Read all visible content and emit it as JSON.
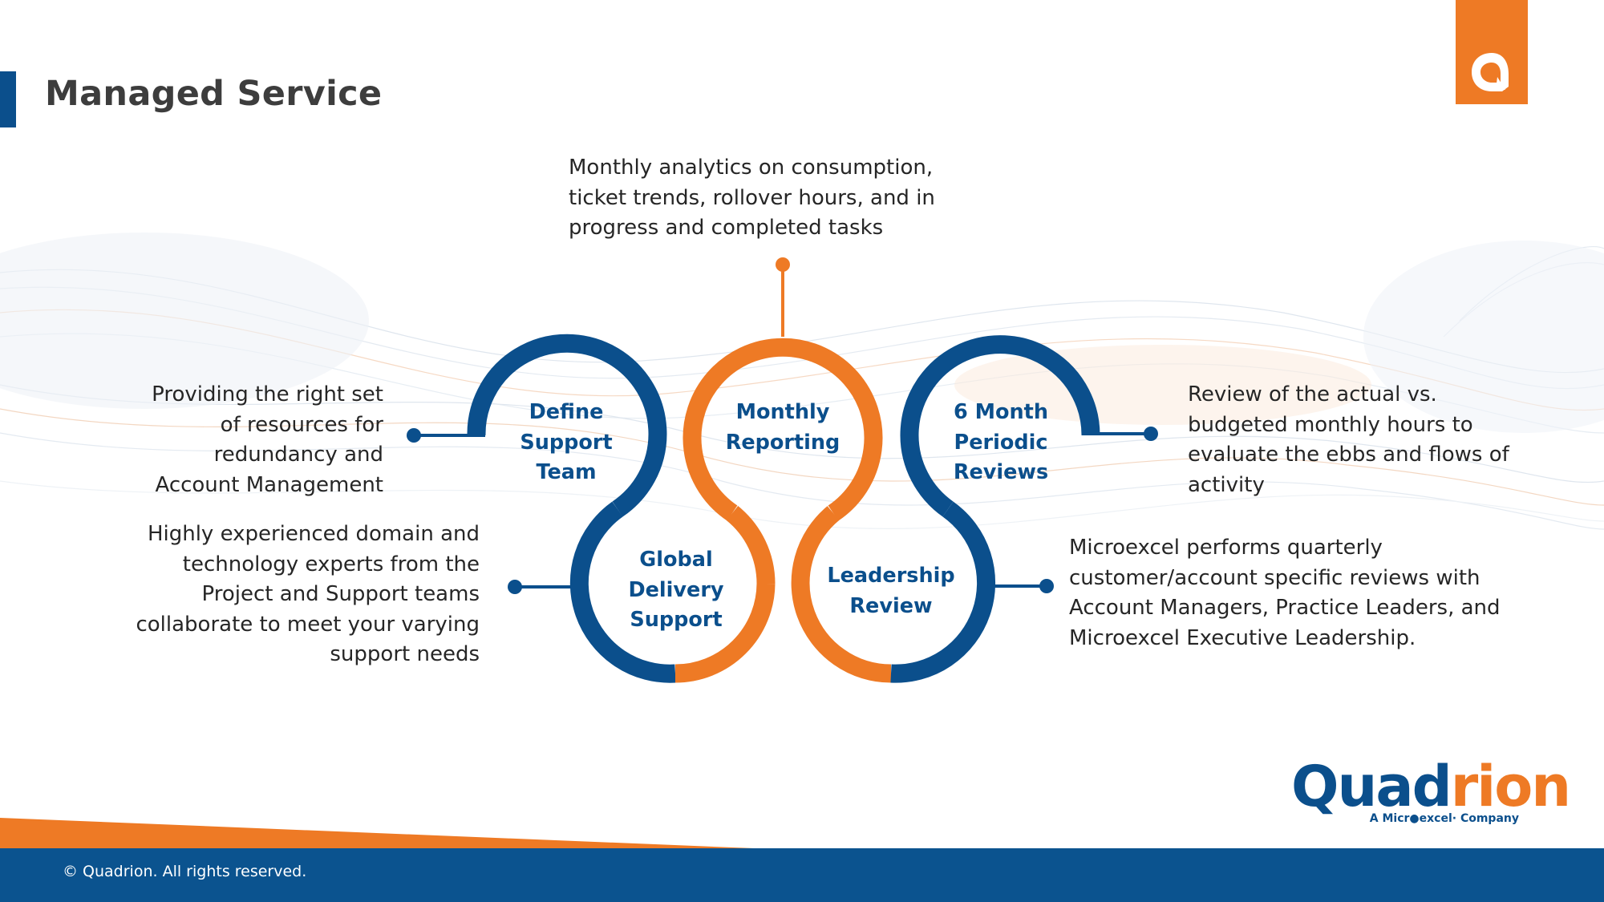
{
  "header": {
    "title": "Managed Service"
  },
  "diagram": {
    "nodes": [
      {
        "label": "Define\nSupport\nTeam"
      },
      {
        "label": "Monthly\nReporting"
      },
      {
        "label": "6 Month\nPeriodic\nReviews"
      },
      {
        "label": "Global\nDelivery\nSupport"
      },
      {
        "label": "Leadership\nReview"
      }
    ],
    "descriptions": {
      "top": "Monthly analytics on consumption,\nticket trends, rollover hours, and in\nprogress and completed tasks",
      "left_upper": "Providing the right set\nof resources for\nredundancy and\nAccount Management",
      "left_lower": "Highly experienced domain and\ntechnology experts from the\nProject and Support teams\ncollaborate to meet your varying\nsupport needs",
      "right_upper": "Review of the actual vs.\nbudgeted monthly hours to\nevaluate the ebbs and flows of\nactivity",
      "right_lower": "Microexcel performs quarterly\ncustomer/account specific reviews with\nAccount Managers, Practice Leaders, and\nMicroexcel Executive Leadership."
    },
    "colors": {
      "blue": "#0b4f8c",
      "orange": "#ee7a25"
    }
  },
  "brand": {
    "name_part1": "Quad",
    "name_part2": "rion",
    "tagline": "A Micr●excel· Company"
  },
  "footer": {
    "copyright": "© Quadrion. All rights reserved."
  }
}
